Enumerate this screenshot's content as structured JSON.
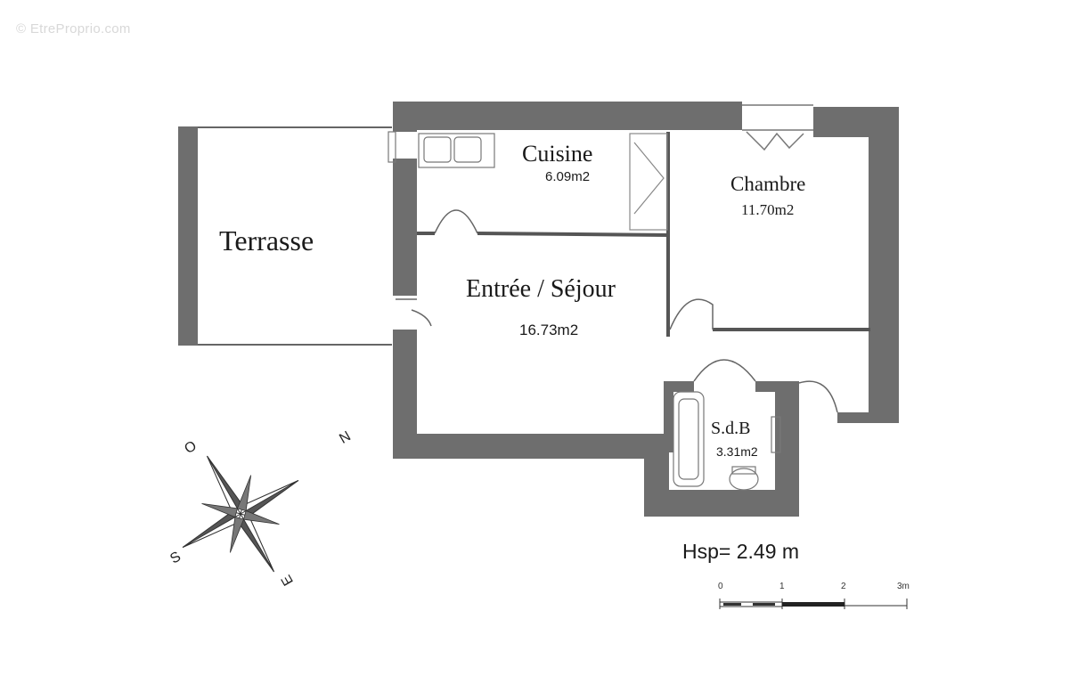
{
  "watermark": "© EtreProprio.com",
  "rooms": {
    "terrasse": {
      "label": "Terrasse"
    },
    "cuisine": {
      "label": "Cuisine",
      "area": "6.09m2"
    },
    "chambre": {
      "label": "Chambre",
      "area": "11.70m2"
    },
    "sejour": {
      "label": "Entrée / Séjour",
      "area": "16.73m2"
    },
    "sdb": {
      "label": "S.d.B",
      "area": "3.31m2"
    }
  },
  "ceiling_height": "Hsp= 2.49 m",
  "scale_bar": {
    "ticks": [
      "0",
      "1",
      "2",
      "3m"
    ]
  },
  "compass": {
    "north": "N",
    "east": "E",
    "south": "S",
    "west": "O"
  },
  "colors": {
    "wall": "#6e6e6e",
    "line": "#555555"
  }
}
